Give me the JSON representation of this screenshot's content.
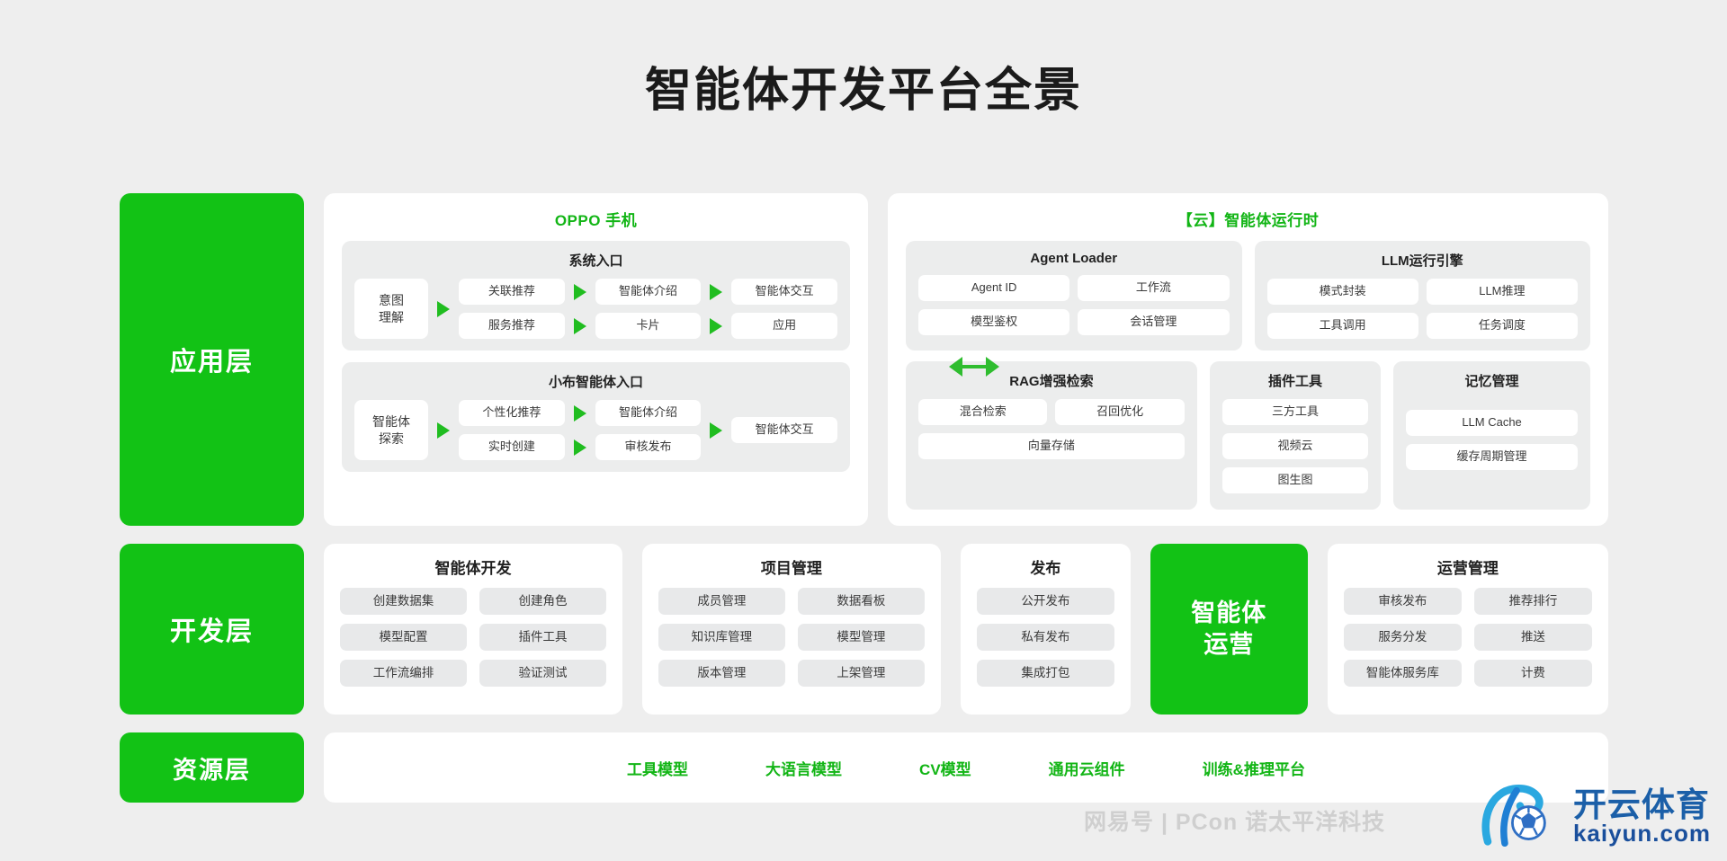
{
  "title": "智能体开发平台全景",
  "layers": {
    "application": "应用层",
    "development": "开发层",
    "resource": "资源层"
  },
  "phone_panel": {
    "title": "OPPO 手机",
    "groups": [
      {
        "title": "系统入口",
        "start": "意图\n理解",
        "stage2": [
          "关联推荐",
          "服务推荐"
        ],
        "stage3": [
          "智能体介绍",
          "卡片"
        ],
        "stage4": [
          "智能体交互",
          "应用"
        ]
      },
      {
        "title": "小布智能体入口",
        "start": "智能体\n探索",
        "stage2": [
          "个性化推荐",
          "实时创建"
        ],
        "stage3": [
          "智能体介绍",
          "审核发布"
        ],
        "stage4": [
          "智能体交互"
        ]
      }
    ]
  },
  "cloud_panel": {
    "title": "【云】智能体运行时",
    "row1": [
      {
        "title": "Agent Loader",
        "items": [
          "Agent ID",
          "工作流",
          "模型鉴权",
          "会话管理"
        ],
        "cols": 2
      },
      {
        "title": "LLM运行引擎",
        "items": [
          "模式封装",
          "LLM推理",
          "工具调用",
          "任务调度"
        ],
        "cols": 2
      }
    ],
    "row2": [
      {
        "title": "RAG增强检索",
        "items": [
          "混合检索",
          "召回优化"
        ],
        "wide_items": [
          "向量存储"
        ],
        "cols": 2
      },
      {
        "title": "插件工具",
        "items": [
          "三方工具",
          "视频云",
          "图生图"
        ],
        "cols": 1
      },
      {
        "title": "记忆管理",
        "items": [
          "LLM Cache",
          "缓存周期管理"
        ],
        "cols": 1
      }
    ]
  },
  "dev_panels": [
    {
      "title": "智能体开发",
      "cols": 2,
      "items": [
        "创建数据集",
        "创建角色",
        "模型配置",
        "插件工具",
        "工作流编排",
        "验证测试"
      ]
    },
    {
      "title": "项目管理",
      "cols": 2,
      "items": [
        "成员管理",
        "数据看板",
        "知识库管理",
        "模型管理",
        "版本管理",
        "上架管理"
      ]
    },
    {
      "title": "发布",
      "cols": 1,
      "items": [
        "公开发布",
        "私有发布",
        "集成打包"
      ]
    }
  ],
  "ops_block": "智能体\n运营",
  "ops_panel": {
    "title": "运营管理",
    "cols": 2,
    "items": [
      "审核发布",
      "推荐排行",
      "服务分发",
      "推送",
      "智能体服务库",
      "计费"
    ]
  },
  "resource_items": [
    "工具模型",
    "大语言模型",
    "CV模型",
    "通用云组件",
    "训练&推理平台"
  ],
  "watermarks": {
    "netease": "网易号 | PCon 诺太平洋科技",
    "brand_cn": "开云体育",
    "brand_en": "kaiyun.com"
  },
  "colors": {
    "green": "#12c215",
    "green_text": "#12b515",
    "arrow": "#20bd20",
    "background": "#eeeeee",
    "panel": "#ffffff",
    "group": "#eceded",
    "chip_grey": "#e8e9ea"
  }
}
